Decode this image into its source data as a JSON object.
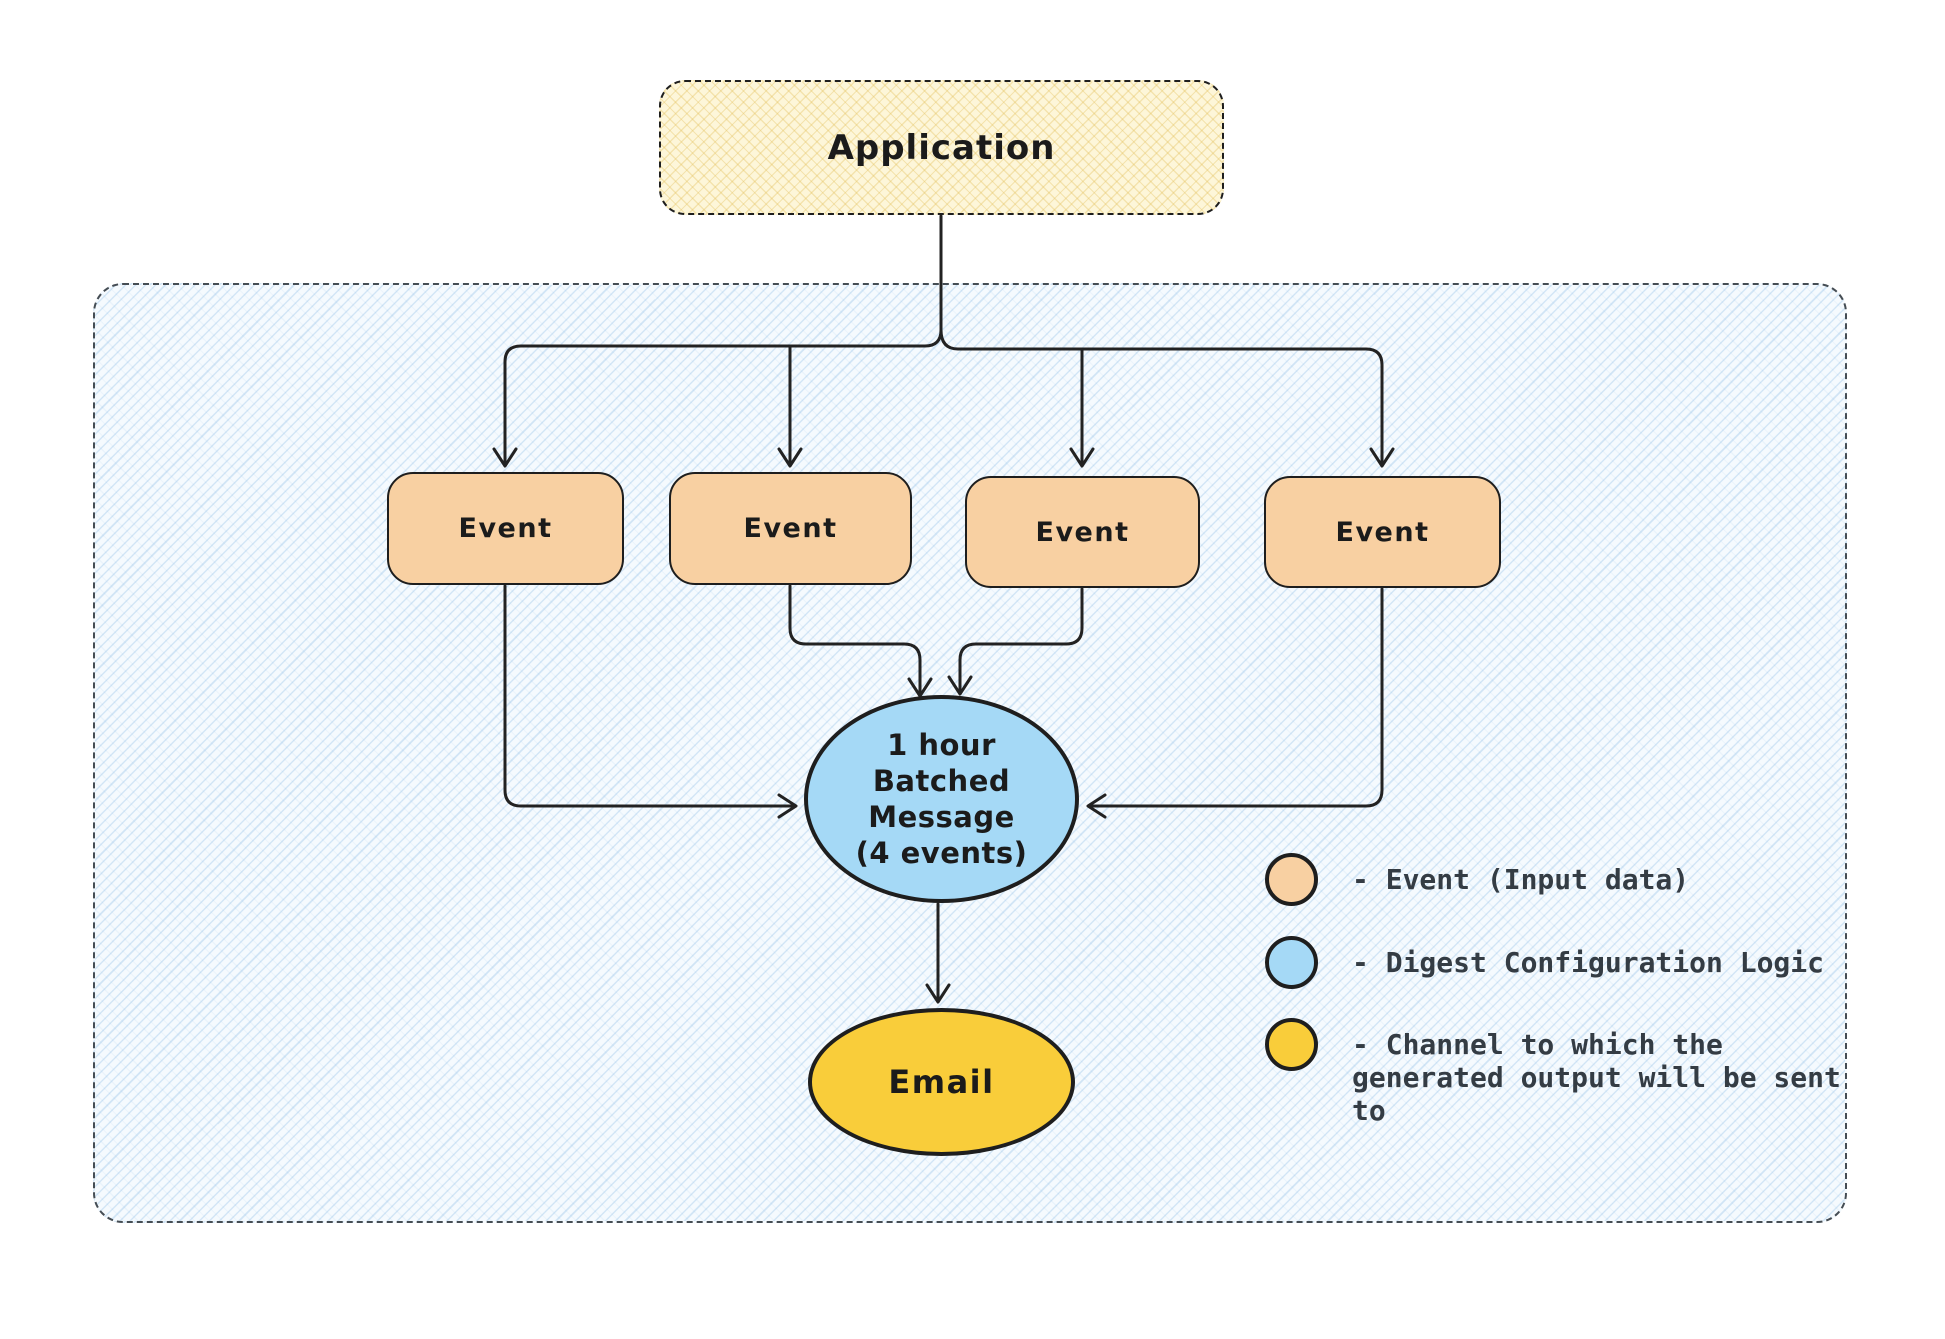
{
  "diagram": {
    "application": {
      "label": "Application"
    },
    "events": [
      {
        "label": "Event"
      },
      {
        "label": "Event"
      },
      {
        "label": "Event"
      },
      {
        "label": "Event"
      }
    ],
    "batch": {
      "label": "1 hour\nBatched\nMessage\n(4 events)"
    },
    "channel": {
      "label": "Email"
    },
    "legend": {
      "items": [
        {
          "label": "- Event (Input data)",
          "color": "#f8d0a2"
        },
        {
          "label": "- Digest Configuration Logic",
          "color": "#a5d9f6"
        },
        {
          "label": "- Channel to which the generated output will be sent to",
          "color": "#f9cd3a"
        }
      ]
    },
    "colors": {
      "app_fill": "#fdf6d9",
      "event_fill": "#f8d0a2",
      "digest_fill": "#a5d9f6",
      "channel_fill": "#f9cd3a",
      "container_fill": "#f5fafe",
      "arrow": "#222222"
    }
  }
}
